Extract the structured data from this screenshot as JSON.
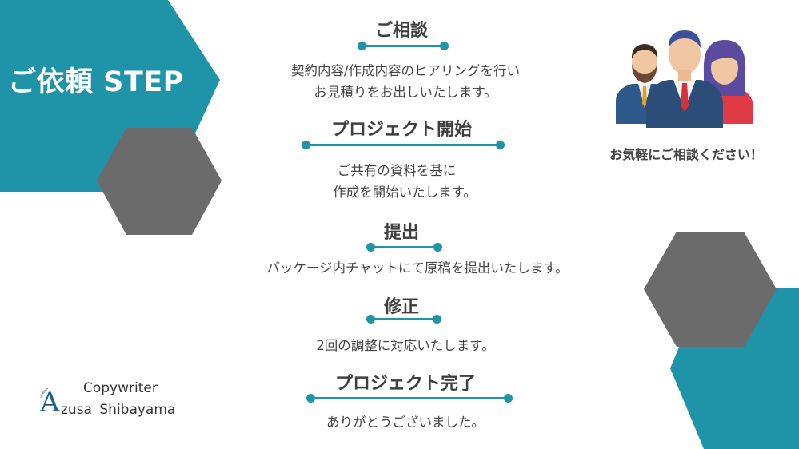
{
  "title": "ご依頼 STEP",
  "steps": [
    {
      "heading": "ご相談",
      "lines": [
        "契約内容/作成内容のヒアリングを行い",
        "お見積りをお出しいたします。"
      ]
    },
    {
      "heading": "プロジェクト開始",
      "lines": [
        "ご共有の資料を基に",
        "作成を開始いたします。"
      ]
    },
    {
      "heading": "提出",
      "lines": [
        "パッケージ内チャットにて原稿を提出いたします。"
      ]
    },
    {
      "heading": "修正",
      "lines": [
        "2回の調整に対応いたします。"
      ]
    },
    {
      "heading": "プロジェクト完了",
      "lines": [
        "ありがとうございました。"
      ]
    }
  ],
  "caption": "お気軽にご相談ください！",
  "logo": {
    "letter": "A",
    "subtitle": "Copywriter",
    "name": "zusa Shibayama"
  },
  "colors": {
    "teal": "#1f93a8",
    "gray_hexagon": "#6b6b6b",
    "text": "#444444"
  },
  "icons": [
    "people-group-icon",
    "logo-leaf-icon"
  ]
}
